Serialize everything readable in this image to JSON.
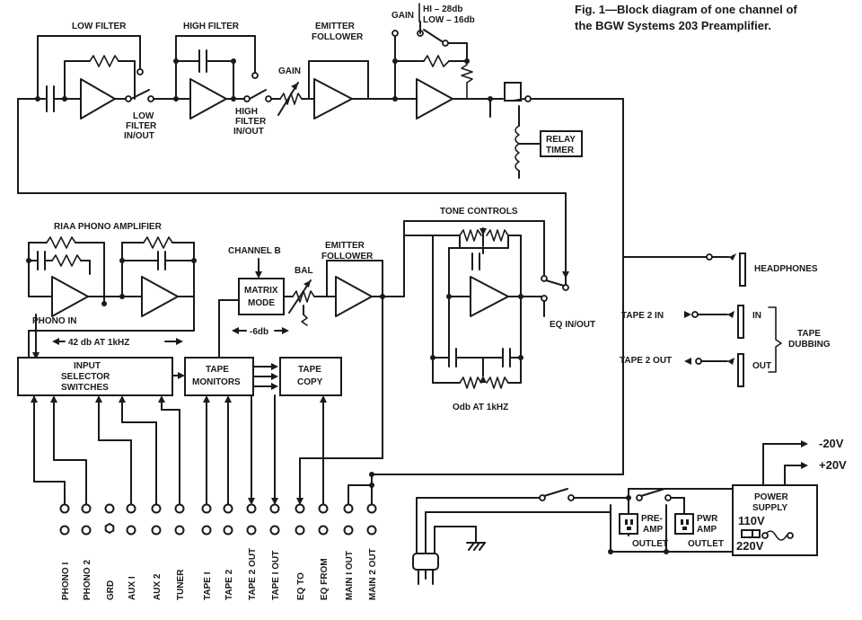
{
  "caption": {
    "line1": "Fig. 1—Block diagram of one channel of",
    "line2": "the BGW Systems 203 Preamplifier."
  },
  "top_chain": {
    "low_filter": "LOW FILTER",
    "high_filter": "HIGH FILTER",
    "emitter_follower_1": "EMITTER",
    "emitter_follower_2": "FOLLOWER",
    "gain": "GAIN",
    "low_filter_switch": [
      "LOW",
      "FILTER",
      "IN/OUT"
    ],
    "high_filter_switch": [
      "HIGH",
      "FILTER",
      "IN/OUT"
    ],
    "gain_label": "GAIN",
    "gain_hi": "HI – 28db",
    "gain_low": "LOW – 16db",
    "relay_timer": [
      "RELAY",
      "TIMER"
    ]
  },
  "phono": {
    "title": "RIAA PHONO AMPLIFIER",
    "phono_in": "PHONO IN",
    "gain_note": "42 db AT 1kHZ"
  },
  "middle": {
    "channel_b": "CHANNEL B",
    "matrix_mode": [
      "MATRIX",
      "MODE"
    ],
    "minus_6db": "-6db",
    "bal": "BAL",
    "emitter_follower": [
      "EMITTER",
      "FOLLOWER"
    ],
    "tone_controls": "TONE CONTROLS",
    "eq_in_out": "EQ IN/OUT",
    "odb": "Odb AT 1kHZ"
  },
  "blocks": {
    "input_selector": [
      "INPUT",
      "SELECTOR",
      "SWITCHES"
    ],
    "tape_monitors": [
      "TAPE",
      "MONITORS"
    ],
    "tape_copy": [
      "TAPE",
      "COPY"
    ]
  },
  "right": {
    "headphones": "HEADPHONES",
    "tape2_in": "TAPE 2 IN",
    "tape2_out": "TAPE 2 OUT",
    "in": "IN",
    "out": "OUT",
    "tape_dubbing": [
      "TAPE",
      "DUBBING"
    ]
  },
  "power": {
    "minus20": "-20V",
    "plus20": "+20V",
    "power_supply": [
      "POWER",
      "SUPPLY"
    ],
    "v110": "110V",
    "v220": "220V",
    "preamp_outlet": [
      "PRE-",
      "AMP",
      "OUTLET"
    ],
    "pwramp_outlet": [
      "PWR",
      "AMP",
      "OUTLET"
    ]
  },
  "jacks": [
    "PHONO I",
    "PHONO 2",
    "GRD",
    "AUX I",
    "AUX 2",
    "TUNER",
    "TAPE I",
    "TAPE 2",
    "TAPE 2 OUT",
    "TAPE I OUT",
    "EQ TO",
    "EQ FROM",
    "MAIN I OUT",
    "MAIN 2 OUT"
  ]
}
